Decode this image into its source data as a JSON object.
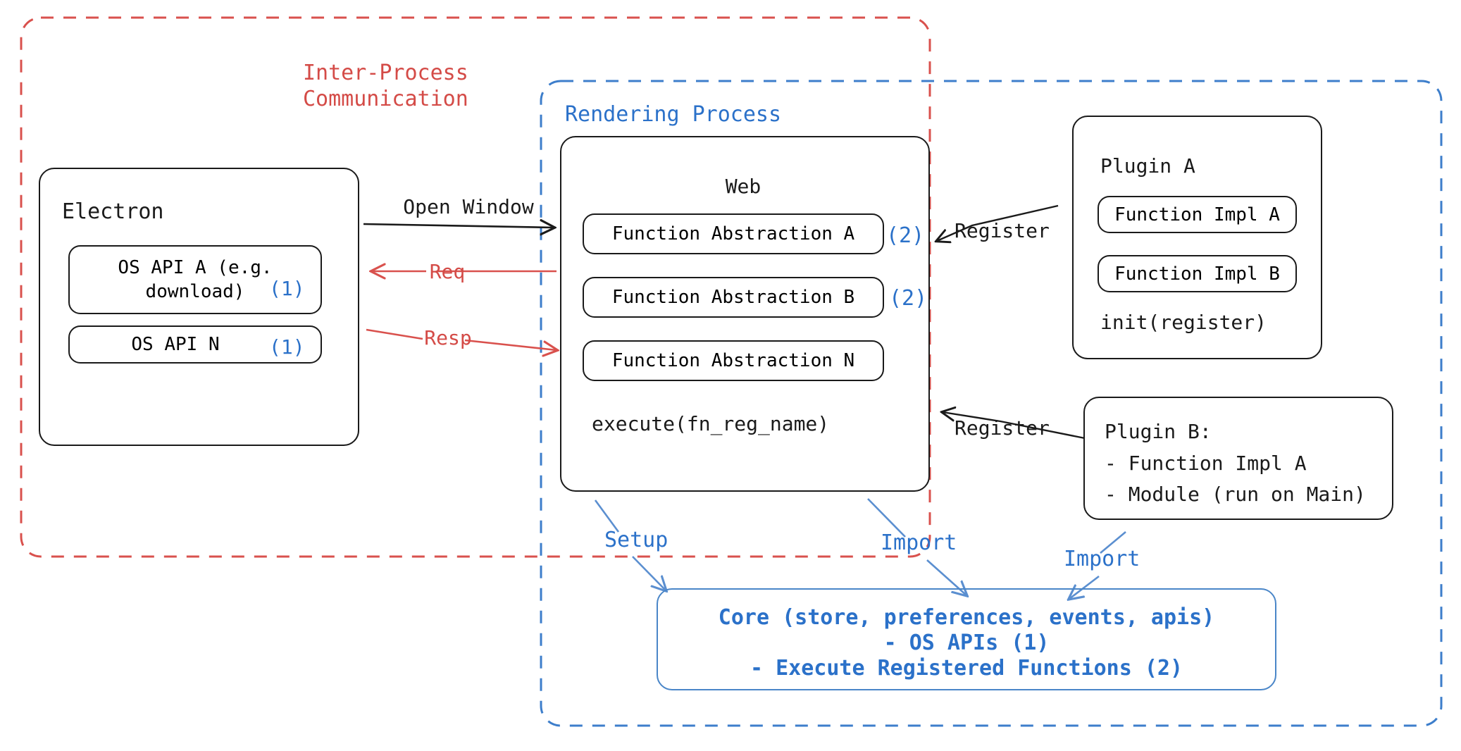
{
  "diagram": {
    "title": "Electron plugin architecture",
    "colors": {
      "ipc_red": "#d44b47",
      "renderer_blue": "#2b71c9",
      "core_blue": "#4a86c8",
      "ink": "#1a1a1a",
      "marker_blue": "#2b71c9"
    }
  },
  "regions": {
    "ipc": {
      "label_line1": "Inter-Process",
      "label_line2": "Communication",
      "border_style": "dashed",
      "color": "#d44b47"
    },
    "renderer": {
      "label": "Rendering Process",
      "border_style": "dashed",
      "color": "#2b71c9"
    }
  },
  "electron": {
    "title": "Electron",
    "apis": [
      {
        "label": "OS API A (e.g.\ndownload)",
        "marker": "(1)"
      },
      {
        "label": "OS API N",
        "marker": "(1)"
      }
    ]
  },
  "web": {
    "title": "Web",
    "abstractions": [
      {
        "label": "Function Abstraction A",
        "marker": "(2)"
      },
      {
        "label": "Function Abstraction B",
        "marker": "(2)"
      },
      {
        "label": "Function Abstraction N",
        "marker": ""
      }
    ],
    "execute": "execute(fn_reg_name)"
  },
  "plugin_a": {
    "title": "Plugin A",
    "impls": [
      "Function Impl A",
      "Function Impl B"
    ],
    "init": "init(register)"
  },
  "plugin_b": {
    "title": "Plugin B:",
    "items": [
      "- Function Impl A",
      "- Module (run on Main)"
    ]
  },
  "core": {
    "line1": "Core (store, preferences, events, apis)",
    "line2": "- OS APIs (1)",
    "line3": "- Execute Registered Functions (2)"
  },
  "edges": {
    "open_window": "Open Window",
    "req": "Req",
    "resp": "Resp",
    "register_a": "Register",
    "register_b": "Register",
    "setup": "Setup",
    "import_web": "Import",
    "import_plugin_b": "Import"
  }
}
